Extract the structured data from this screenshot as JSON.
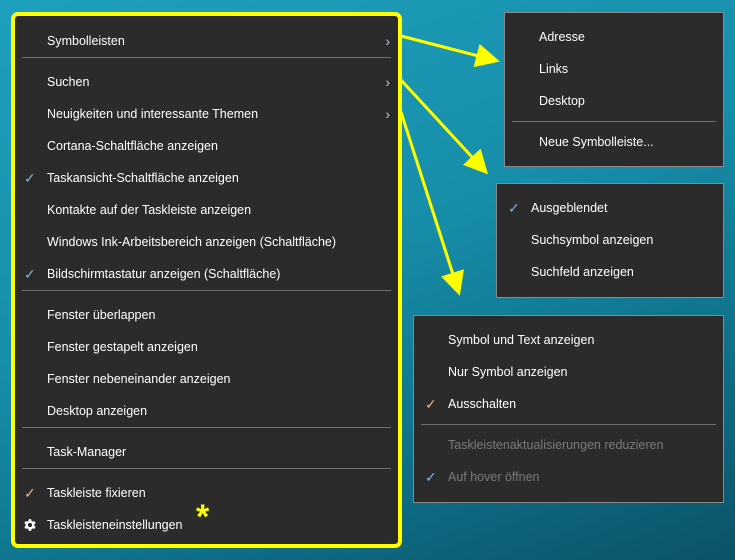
{
  "main_menu": {
    "items": [
      {
        "label": "Symbolleisten",
        "submenu": true
      },
      {
        "label": "Suchen",
        "submenu": true
      },
      {
        "label": "Neuigkeiten und interessante Themen",
        "submenu": true
      },
      {
        "label": "Cortana-Schaltfläche anzeigen"
      },
      {
        "label": "Taskansicht-Schaltfläche anzeigen",
        "checked": true
      },
      {
        "label": "Kontakte auf der Taskleiste anzeigen"
      },
      {
        "label": "Windows Ink-Arbeitsbereich anzeigen (Schaltfläche)"
      },
      {
        "label": "Bildschirmtastatur anzeigen (Schaltfläche)",
        "checked": true
      },
      {
        "label": "Fenster überlappen"
      },
      {
        "label": "Fenster gestapelt anzeigen"
      },
      {
        "label": "Fenster nebeneinander anzeigen"
      },
      {
        "label": "Desktop anzeigen"
      },
      {
        "label": "Task-Manager"
      },
      {
        "label": "Taskleiste fixieren",
        "checked": true
      },
      {
        "label": "Taskleisteneinstellungen",
        "icon": "gear-icon"
      }
    ],
    "annotation": "*"
  },
  "symbolleisten_menu": {
    "items": [
      {
        "label": "Adresse"
      },
      {
        "label": "Links"
      },
      {
        "label": "Desktop"
      },
      {
        "label": "Neue Symbolleiste..."
      }
    ]
  },
  "suchen_menu": {
    "items": [
      {
        "label": "Ausgeblendet",
        "checked": true
      },
      {
        "label": "Suchsymbol anzeigen"
      },
      {
        "label": "Suchfeld anzeigen"
      }
    ]
  },
  "neuigkeiten_menu": {
    "items": [
      {
        "label": "Symbol und Text anzeigen"
      },
      {
        "label": "Nur Symbol anzeigen"
      },
      {
        "label": "Ausschalten",
        "checked": true
      },
      {
        "label": "Taskleistenaktualisierungen reduzieren",
        "disabled": true
      },
      {
        "label": "Auf hover öffnen",
        "checked": true,
        "disabled": true
      }
    ]
  },
  "glyphs": {
    "check": "✓",
    "chevron": "›"
  },
  "colors": {
    "highlight": "#ffff00",
    "menu_bg": "#2b2b2b",
    "check_blue": "#7fb2e6",
    "check_orange": "#e8b27a"
  }
}
